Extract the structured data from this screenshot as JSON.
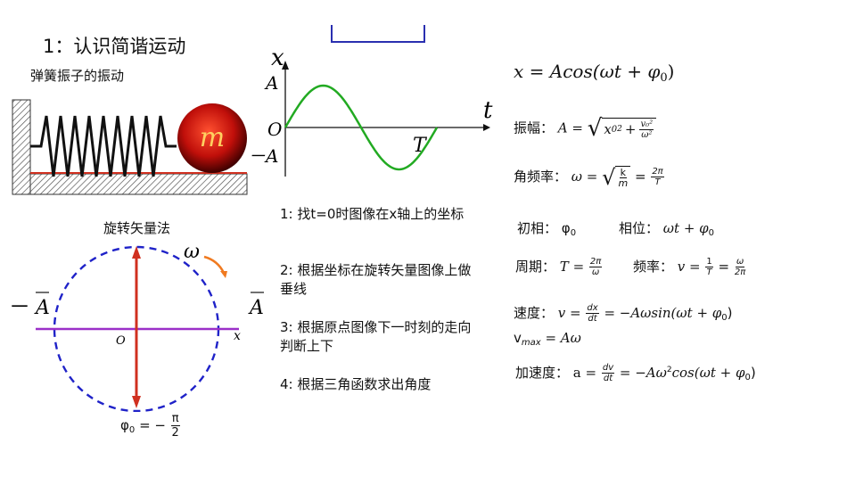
{
  "section_title": "1：认识简谐运动",
  "spring": {
    "caption": "弹簧振子的振动",
    "mass_label": "m"
  },
  "graph": {
    "x_axis": "x",
    "t_axis": "t",
    "origin": "O",
    "amp_pos": "A",
    "amp_neg": "－A",
    "period": "T"
  },
  "rotating": {
    "caption": "旋转矢量法",
    "omega": "ω",
    "neg_a": "－",
    "pos_a": "A",
    "a_letter": "A",
    "origin": "O",
    "x": "x",
    "phi_prefix": "φ",
    "phi_sub": "0",
    "phi_eq": "= −",
    "phi_num": "π",
    "phi_den": "2"
  },
  "steps": [
    "1:  找t=0时图像在x轴上的坐标",
    "2:  根据坐标在旋转矢量图像上做垂线",
    "3:  根据原点图像下一时刻的走向判断上下",
    "4:  根据三角函数求出角度"
  ],
  "formulas": {
    "main_lhs": "x = Acos(ωt + φ",
    "main_sub": "0",
    "main_end": ")",
    "amp_label": "振幅：",
    "amp_lhs": "A =",
    "amp_x": "x",
    "amp_xsub": "0",
    "amp_xsup": "2",
    "amp_plus": "+",
    "amp_num": "v₀²",
    "amp_den": "ω²",
    "omega_label": "角频率：",
    "omega_lhs": "ω =",
    "omega_num": "k",
    "omega_den": "m",
    "omega_eq": "=",
    "omega_num2": "2π",
    "omega_den2": "T",
    "phase0_label": "初相：",
    "phase0_val": "φ",
    "phase0_sub": "0",
    "phase_label": "相位：",
    "phase_val": "ωt + φ",
    "phase_sub": "0",
    "period_label": "周期：",
    "period_lhs": "T =",
    "period_num": "2π",
    "period_den": "ω",
    "freq_label": "频率：",
    "freq_lhs": "v =",
    "freq_num": "1",
    "freq_den": "T",
    "freq_eq": "=",
    "freq_num2": "ω",
    "freq_den2": "2π",
    "vel_label": "速度：",
    "vel_lhs": "v =",
    "vel_num": "dx",
    "vel_den": "dt",
    "vel_rhs": "= −Aωsin(ωt + φ",
    "vel_sub": "0",
    "vel_end": ")",
    "vmax_v": "v",
    "vmax_sub": "max",
    "vmax_rhs": "= Aω",
    "acc_label": "加速度：",
    "acc_lhs": "a =",
    "acc_num": "dv",
    "acc_den": "dt",
    "acc_rhs": "= −Aω",
    "acc_sup": "2",
    "acc_rhs2": "cos(ωt + φ",
    "acc_sub": "0",
    "acc_end": ")"
  },
  "colors": {
    "sine": "#22aa22",
    "circle": "#1f22c8",
    "vector": "#d03020",
    "axis": "#9b30c8",
    "mass": "#c01010"
  }
}
